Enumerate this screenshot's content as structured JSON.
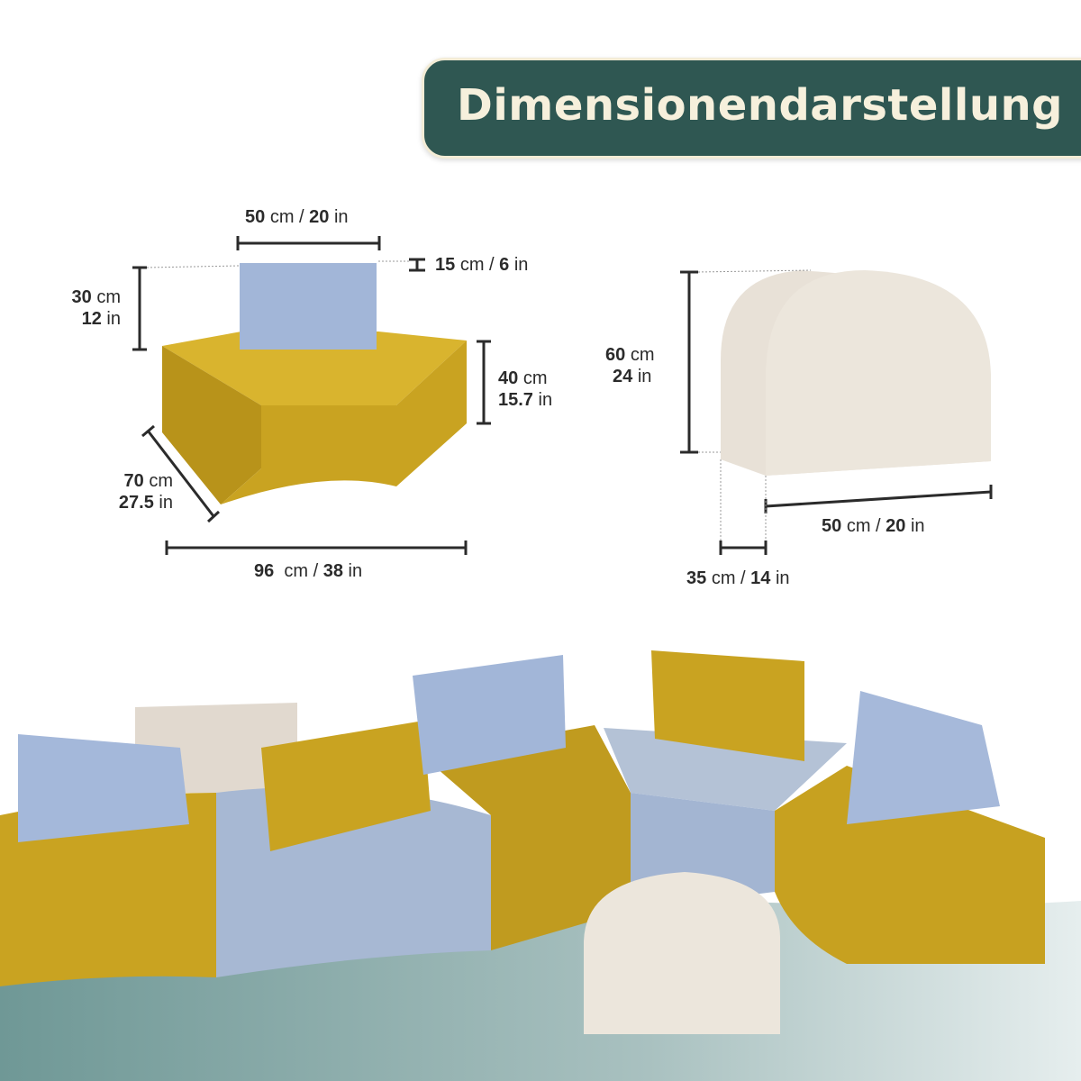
{
  "title": "Dimensionendarstellung",
  "colors": {
    "title_bg": "#2f5752",
    "title_text": "#f6f0dc",
    "mustard": "#c9a321",
    "blue": "#a2b6d8",
    "cream": "#ebe4da",
    "floor": "#7fa3a0"
  },
  "dimensions": {
    "back_width": {
      "n1": "50",
      "u1": "cm /",
      "n2": "20",
      "u2": "in"
    },
    "back_depth": {
      "n1": "15",
      "u1": "cm /",
      "n2": "6",
      "u2": "in"
    },
    "back_height": {
      "n1": "30",
      "u1": "cm",
      "n2": "12",
      "u2": "in"
    },
    "seat_height": {
      "n1": "40",
      "u1": "cm",
      "n2": "15.7",
      "u2": "in"
    },
    "seat_depth": {
      "n1": "70",
      "u1": "cm",
      "n2": "27.5",
      "u2": "in"
    },
    "seat_width": {
      "n1": "96",
      "u1": "cm /",
      "n2": "38",
      "u2": "in"
    },
    "arch_height": {
      "n1": "60",
      "u1": "cm",
      "n2": "24",
      "u2": "in"
    },
    "arch_width": {
      "n1": "50",
      "u1": "cm /",
      "n2": "20",
      "u2": "in"
    },
    "arch_depth": {
      "n1": "35",
      "u1": "cm /",
      "n2": "14",
      "u2": "in"
    }
  }
}
